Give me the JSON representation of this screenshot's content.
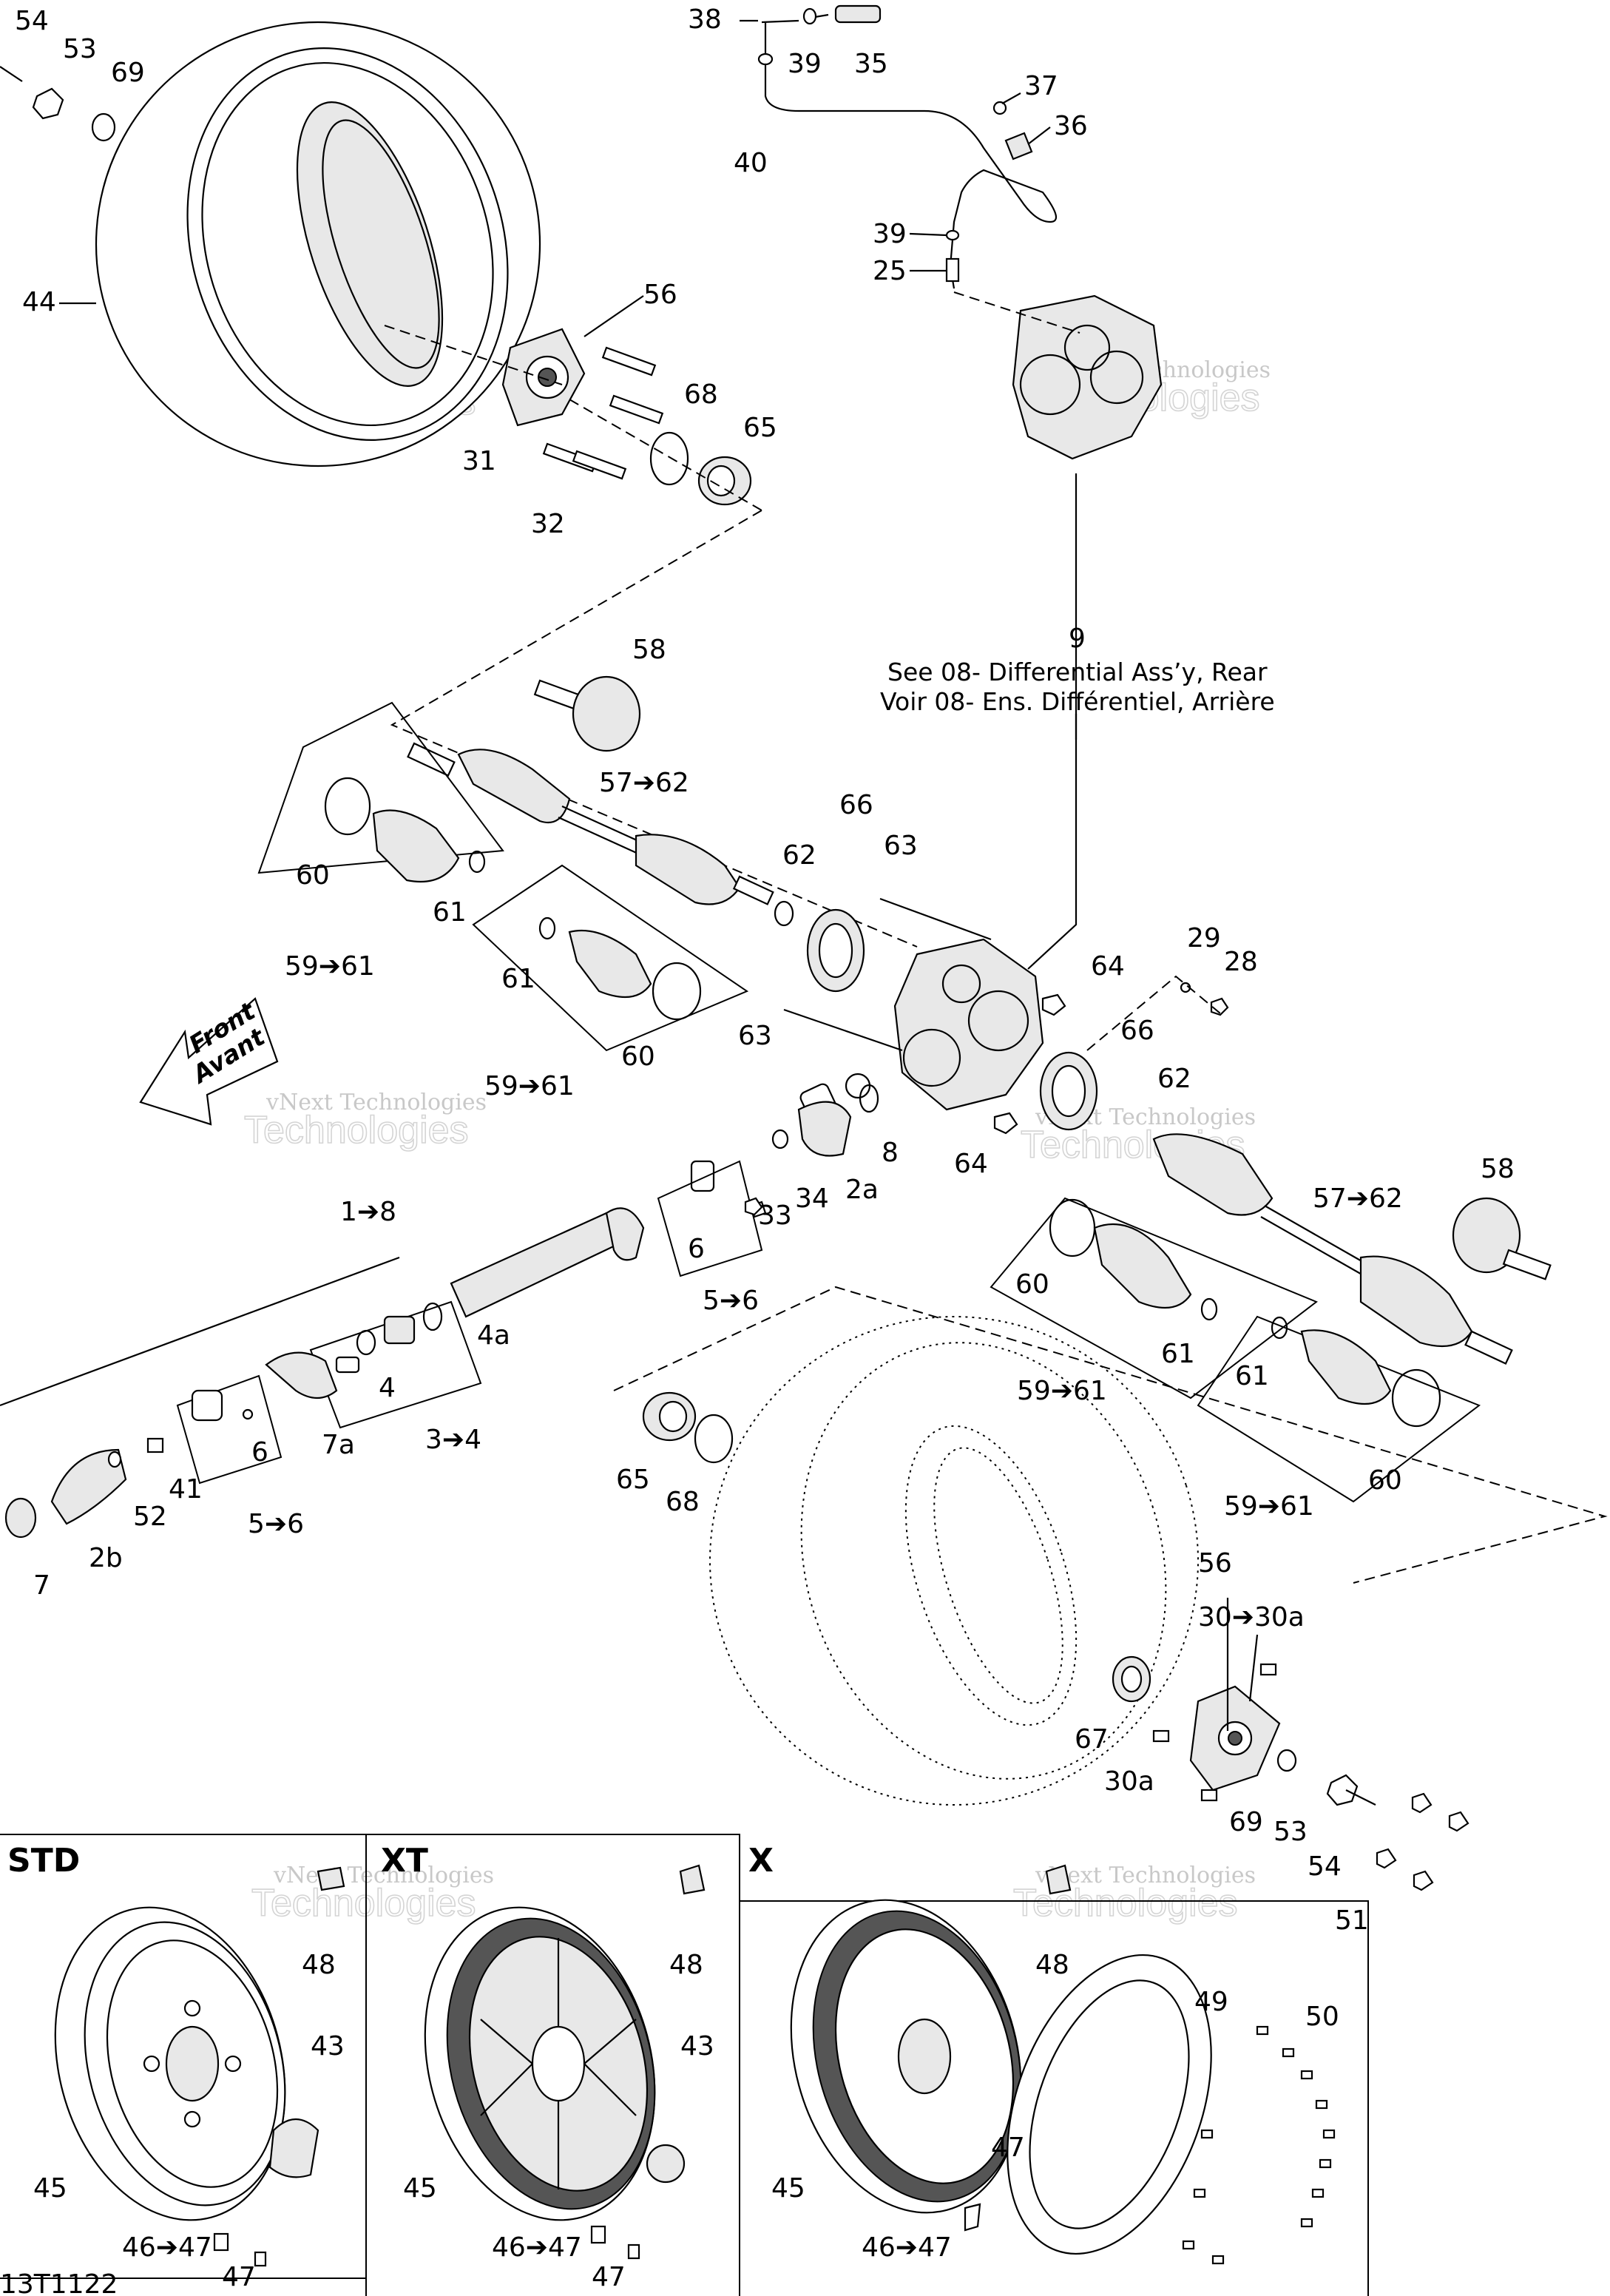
{
  "diagram_code": "13T1122",
  "differential_note": {
    "number": "9",
    "line1": "See 08- Differential Ass’y, Rear",
    "line2": "Voir 08- Ens. Différentiel, Arrière"
  },
  "front_arrow": {
    "line1": "Front",
    "line2": "Avant"
  },
  "watermark": {
    "small": "vNext Technologies",
    "big": "Technologies"
  },
  "panels": {
    "std": "STD",
    "xt": "XT",
    "x": "X"
  },
  "labels": {
    "l54": "54",
    "l53": "53",
    "l69": "69",
    "l44": "44",
    "l56": "56",
    "l31": "31",
    "l32": "32",
    "l68": "68",
    "l65": "65",
    "l38": "38",
    "l39a": "39",
    "l35": "35",
    "l40": "40",
    "l37": "37",
    "l36": "36",
    "l39b": "39",
    "l25": "25",
    "l58a": "58",
    "l57a": "57➔62",
    "l60a": "60",
    "l61a": "61",
    "l59a": "59➔61",
    "l66a": "66",
    "l62a": "62",
    "l63a": "63",
    "l61b": "61",
    "l59b": "59➔61",
    "l60b": "60",
    "l63b": "63",
    "l29": "29",
    "l28": "28",
    "l64a": "64",
    "l66b": "66",
    "l62b": "62",
    "l64b": "64",
    "l1to8": "1➔8",
    "l8": "8",
    "l2a": "2a",
    "l34": "34",
    "l33": "33",
    "l6a": "6",
    "l5to6a": "5➔6",
    "l4a": "4a",
    "l4": "4",
    "l3to4": "3➔4",
    "l7a": "7a",
    "l6b": "6",
    "l5to6b": "5➔6",
    "l41": "41",
    "l52": "52",
    "l2b": "2b",
    "l7": "7",
    "l58b": "58",
    "l57b": "57➔62",
    "l60c": "60",
    "l61c": "61",
    "l59c": "59➔61",
    "l61d": "61",
    "l60d": "60",
    "l59d": "59➔61",
    "l65b": "65",
    "l68b": "68",
    "l56b": "56",
    "l30to30a": "30➔30a",
    "l67": "67",
    "l30a": "30a",
    "l69b": "69",
    "l53b": "53",
    "l54b": "54",
    "l51": "51",
    "l48a": "48",
    "l43a": "43",
    "l45a": "45",
    "l46a": "46➔47",
    "l47a": "47",
    "l48b": "48",
    "l43b": "43",
    "l45b": "45",
    "l46b": "46➔47",
    "l47b": "47",
    "l48c": "48",
    "l49": "49",
    "l50": "50",
    "l47c": "47",
    "l45c": "45",
    "l46c": "46➔47"
  }
}
